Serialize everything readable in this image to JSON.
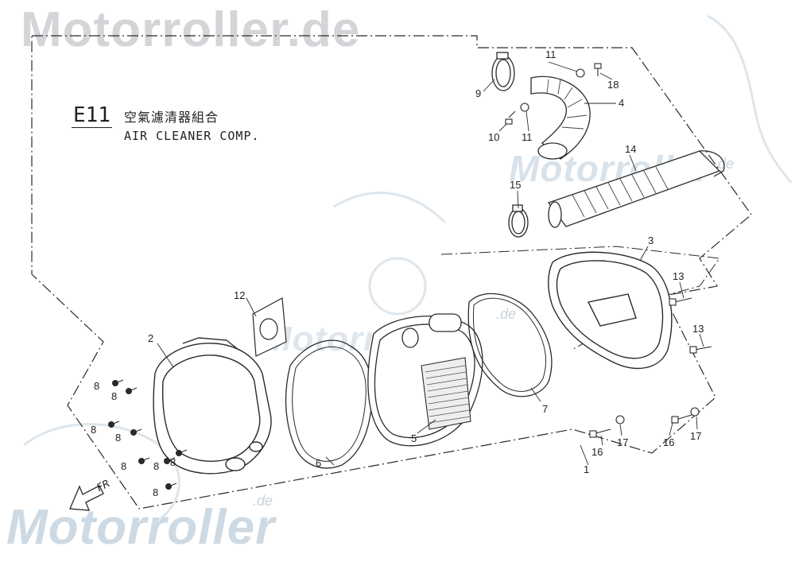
{
  "watermark": {
    "brand": "Motorroller.de",
    "brand_short": "Motorroller",
    "suffix": ".de"
  },
  "title": {
    "code": "E11",
    "chinese": "空氣濾清器組合",
    "english": "AIR CLEANER COMP."
  },
  "direction_label": "FR",
  "callouts": {
    "p1": "1",
    "p2": "2",
    "p3": "3",
    "p4": "4",
    "p5": "5",
    "p6": "6",
    "p7": "7",
    "p8a": "8",
    "p8b": "8",
    "p8c": "8",
    "p8d": "8",
    "p8e": "8",
    "p8f": "8",
    "p8g": "8",
    "p8h": "8",
    "p9": "9",
    "p10": "10",
    "p11a": "11",
    "p11b": "11",
    "p12": "12",
    "p13a": "13",
    "p13b": "13",
    "p14": "14",
    "p15": "15",
    "p16a": "16",
    "p16b": "16",
    "p17a": "17",
    "p17b": "17",
    "p18": "18"
  },
  "colors": {
    "line": "#2a2a2a",
    "watermark_gray": "#d3d5d8",
    "watermark_blue": "#cdd9e3"
  }
}
